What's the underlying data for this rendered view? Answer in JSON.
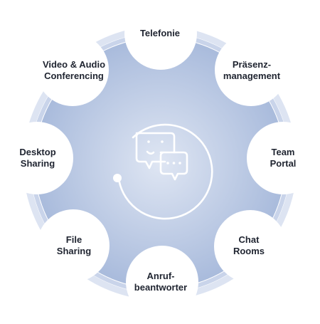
{
  "colors": {
    "disc_center": "#dfe6f3",
    "disc_edge": "#a9bbdc",
    "ring": "#c9d4ea",
    "ring_outer": "#dde4f2",
    "node_fill": "#ffffff",
    "icon_stroke": "#ffffff",
    "label_text": "#1f2430"
  },
  "center_icon": "chat-bubbles-icon",
  "nodes": [
    {
      "id": "telefonie",
      "label": "Telefonie"
    },
    {
      "id": "praesenzmanagement",
      "label": "Präsenz-\nmanagement"
    },
    {
      "id": "team-portal",
      "label": "Team\nPortal"
    },
    {
      "id": "chat-rooms",
      "label": "Chat\nRooms"
    },
    {
      "id": "anrufbeantworter",
      "label": "Anruf-\nbeantworter"
    },
    {
      "id": "file-sharing",
      "label": "File\nSharing"
    },
    {
      "id": "desktop-sharing",
      "label": "Desktop\nSharing"
    },
    {
      "id": "video-audio-conferencing",
      "label": "Video & Audio\nConferencing"
    }
  ]
}
